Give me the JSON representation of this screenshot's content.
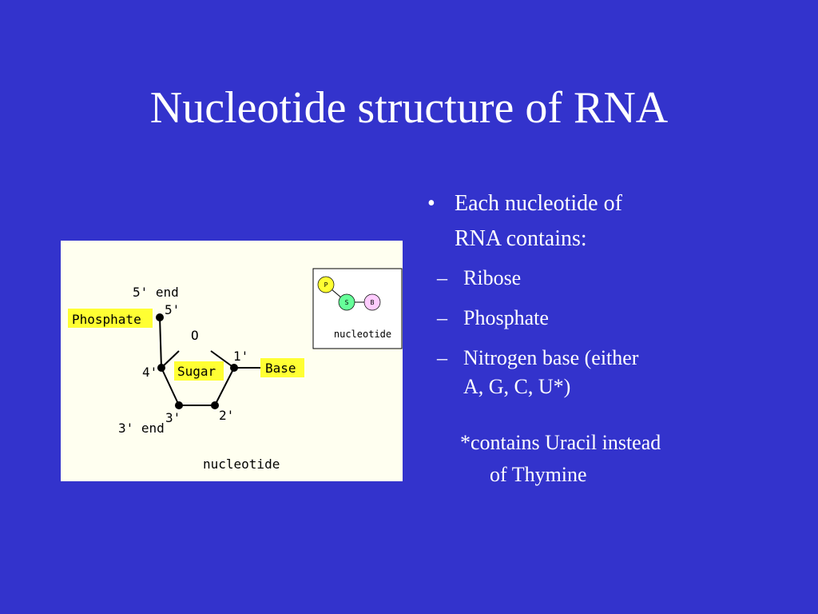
{
  "title": "Nucleotide structure of RNA",
  "bullet": {
    "marker": "•",
    "text_line1": "Each nucleotide of",
    "text_line2": "RNA contains:"
  },
  "sub_bullets": [
    {
      "marker": "–",
      "text": "Ribose"
    },
    {
      "marker": "–",
      "text": "Phosphate"
    },
    {
      "marker": "–",
      "text_line1": "Nitrogen base (either",
      "text_line2": "A, G, C, U*)"
    }
  ],
  "note": {
    "line1": "*contains Uracil instead",
    "line2": "of Thymine"
  },
  "diagram": {
    "five_end": "5' end",
    "three_end": "3' end",
    "phosphate": "Phosphate",
    "base": "Base",
    "sugar": "Sugar",
    "oxygen": "O",
    "c1": "1'",
    "c2": "2'",
    "c3": "3'",
    "c4": "4'",
    "c5": "5'",
    "caption": "nucleotide",
    "inset": {
      "p": "P",
      "s": "S",
      "b": "B",
      "caption": "nucleotide"
    },
    "colors": {
      "label_bg": "#ffff33",
      "inset_p": "#ffff33",
      "inset_s": "#66ff99",
      "inset_b": "#ffccff"
    }
  }
}
